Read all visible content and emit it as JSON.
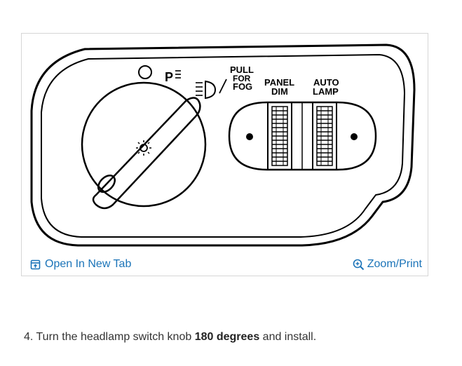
{
  "diagram": {
    "label_pull": "PULL",
    "label_for": "FOR",
    "label_fog": "FOG",
    "label_panel": "PANEL",
    "label_dim": "DIM",
    "label_auto": "AUTO",
    "label_lamp": "LAMP",
    "label_park": "P"
  },
  "footer": {
    "open_tab": "Open In New Tab",
    "zoom_print": "Zoom/Print"
  },
  "step": {
    "prefix": "4. Turn the headlamp switch knob ",
    "bold": "180 degrees",
    "suffix": " and install."
  },
  "colors": {
    "link": "#1a73b8",
    "border": "#d6d6d6"
  }
}
